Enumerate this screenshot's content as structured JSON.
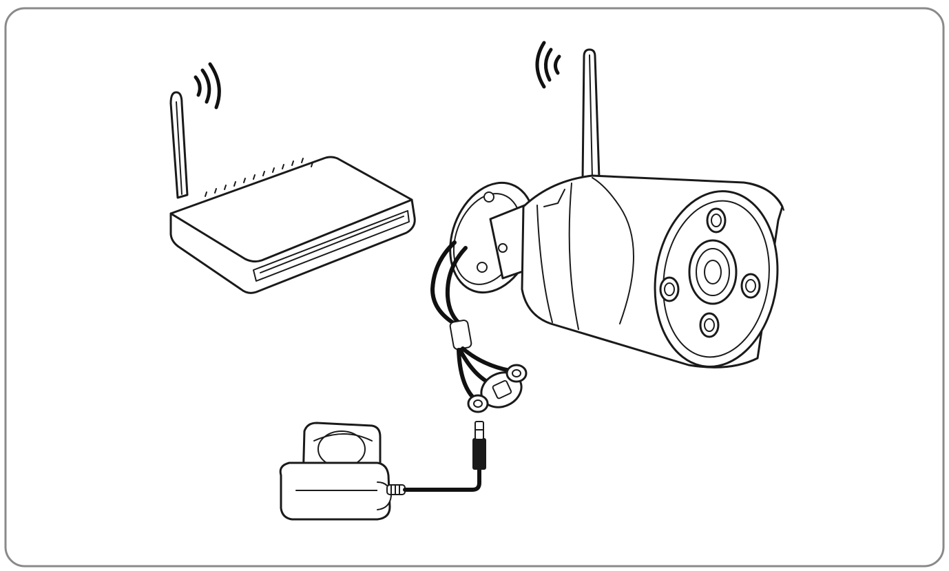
{
  "diagram": {
    "nodes": [
      {
        "id": "router",
        "icon": "wifi-router-icon"
      },
      {
        "id": "camera",
        "icon": "bullet-camera-icon"
      },
      {
        "id": "adapter",
        "icon": "power-adapter-icon"
      }
    ],
    "edges": [
      {
        "from": "router",
        "to": "camera",
        "kind": "wireless"
      },
      {
        "from": "adapter",
        "to": "camera",
        "kind": "power-cable"
      }
    ]
  },
  "colors": {
    "line": "#1a1a1a",
    "frame": "#8a8a8a",
    "background": "#ffffff"
  }
}
